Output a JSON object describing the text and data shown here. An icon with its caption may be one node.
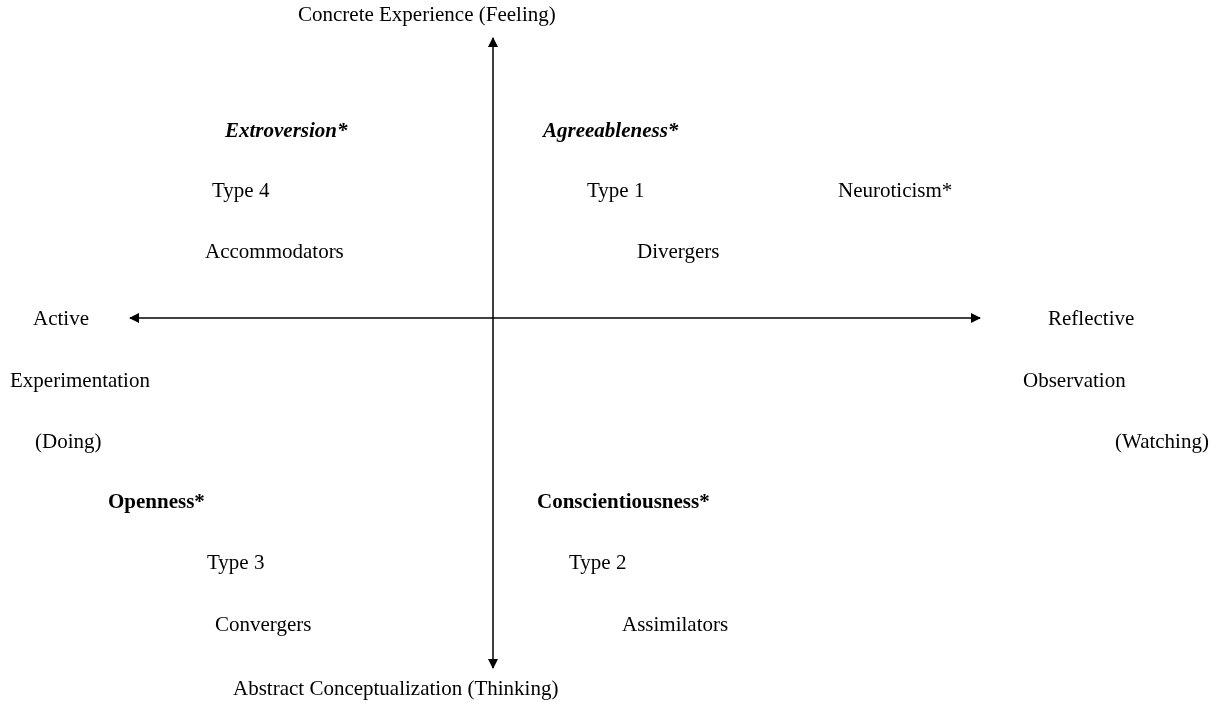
{
  "diagram": {
    "labels": [
      "Concrete Experience (Feeling)",
      "Extroversion*",
      "Agreeableness*",
      "Type 4",
      "Type 1",
      "Neuroticism*",
      "Accommodators",
      "Divergers",
      "Active",
      "Reflective",
      "Experimentation",
      "Observation",
      "(Doing)",
      "(Watching)",
      "Openness*",
      "Conscientiousness*",
      "Type 3",
      "Type 2",
      "Convergers",
      "Assimilators",
      "Abstract Conceptualization (Thinking)"
    ]
  }
}
